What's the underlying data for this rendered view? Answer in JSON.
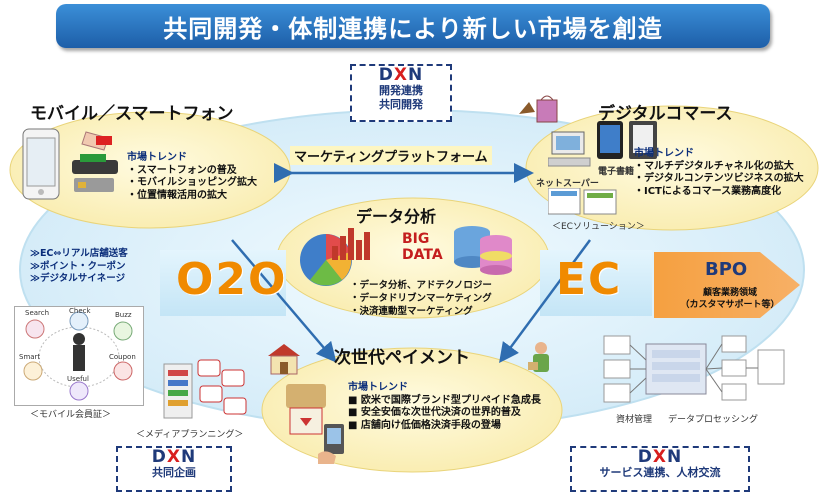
{
  "title": "共同開発・体制連携により新しい市場を創造",
  "dxn_top": {
    "logo": [
      "D",
      "X",
      "N"
    ],
    "lines": [
      "開発連携",
      "共同開発"
    ]
  },
  "dxn_bottom_left": {
    "logo": [
      "D",
      "X",
      "N"
    ],
    "lines": [
      "共同企画"
    ]
  },
  "dxn_bottom_right": {
    "logo": [
      "D",
      "X",
      "N"
    ],
    "lines": [
      "サービス連携、人材交流"
    ]
  },
  "mobile": {
    "title": "モバイル／スマートフォン",
    "trend_head": "市場トレンド",
    "trends": [
      "・スマートフォンの普及",
      "・モバイルショッピング拡大",
      "・位置情報活用の拡大"
    ]
  },
  "commerce": {
    "title": "デジタルコマース",
    "trend_head": "市場トレンド",
    "trends": [
      "・マルチデジタルチャネル化の拡大",
      "・デジタルコンテンツビジネスの拡大",
      "・ICTによるコマース業務高度化"
    ],
    "labels": [
      "ネットスーパー",
      "電子書籍"
    ],
    "solution": "＜ECソリューション＞"
  },
  "platform": "マーケティングプラットフォーム",
  "analytics": {
    "title": "データ分析",
    "big": [
      "BIG",
      "DATA"
    ],
    "items": [
      "・データ分析、アドテクノロジー",
      "・データドリブンマーケティング",
      "・決済連動型マーケティング"
    ]
  },
  "o2o": {
    "label": "O2O",
    "items": [
      "≫EC⇔リアル店舗送客",
      "≫ポイント・クーポン",
      "≫デジタルサイネージ"
    ]
  },
  "ec": {
    "label": "EC"
  },
  "bpo": {
    "label": "BPO",
    "lines": [
      "顧客業務領域",
      "（カスタマサポート等）"
    ]
  },
  "mobile_member": {
    "caption": "＜モバイル会員証＞",
    "icons": [
      "Search",
      "Check",
      "Buzz",
      "Smart",
      "Coupon",
      "Useful"
    ]
  },
  "media_planning": "＜メディアプランニング＞",
  "payment": {
    "title": "次世代ペイメント",
    "trend_head": "市場トレンド",
    "trends": [
      "■ 欧米で国際ブランド型プリペイド急成長",
      "■ 安全安価な次世代決済の世界的普及",
      "■ 店舗向け低価格決済手段の登場"
    ]
  },
  "bpo_captions": [
    "資材管理",
    "データプロセッシング"
  ],
  "colors": {
    "banner": "#2a78c8",
    "ellipse_fill": "#fdf6c2",
    "big_ellipse": "#dff2fb",
    "orange": "#f08a00",
    "arrow": "#2f6db0",
    "dxn_red": "#d81e1e",
    "dxn_blue": "#1f3a7a"
  }
}
